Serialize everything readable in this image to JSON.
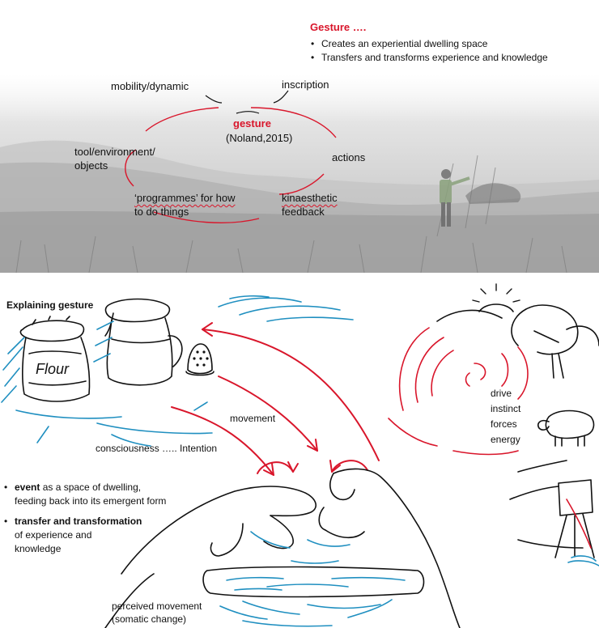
{
  "gesture_box": {
    "title": "Gesture ….",
    "bullets": [
      "Creates an experiential dwelling space",
      "Transfers and transforms experience and knowledge"
    ]
  },
  "cycle": {
    "center_label": "gesture",
    "center_cite": "(Noland,2015)",
    "nodes": {
      "mobility": "mobility/dynamic",
      "inscription": "inscription",
      "tool_line1": "tool/environment/",
      "tool_line2": "objects",
      "actions": "actions",
      "programmes_line1": "‘programmes’ for how",
      "programmes_line2": "to do things",
      "kinaesthetic_line1": "kinaesthetic",
      "kinaesthetic_line2": "feedback"
    }
  },
  "explaining": {
    "heading": "Explaining gesture",
    "flour_label": "Flour",
    "movement": "movement",
    "consciousness": "consciousness ….. Intention",
    "drives": [
      "drive",
      "instinct",
      "forces",
      "energy"
    ],
    "perceived_line1": "perceived movement",
    "perceived_line2": "(somatic change)",
    "bullet1_bold": "event",
    "bullet1_rest": " as a space of dwelling,",
    "bullet1_line2": "feeding back into its emergent form",
    "bullet2_bold": "transfer and transformation",
    "bullet2_line2": "of experience and",
    "bullet2_line3": "knowledge"
  },
  "colors": {
    "accent_red": "#d9162b",
    "sketch_blue": "#1f8fc0",
    "ink": "#111111"
  }
}
